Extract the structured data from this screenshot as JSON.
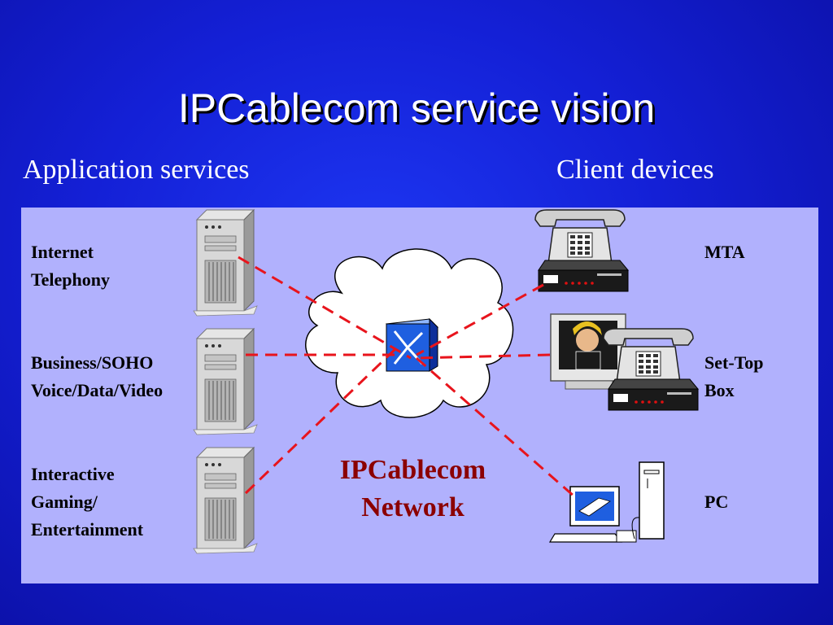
{
  "title": "IPCablecom service vision",
  "headers": {
    "left": "Application services",
    "right": "Client devices"
  },
  "applications": [
    {
      "label": "Internet\nTelephony"
    },
    {
      "label": "Business/SOHO\nVoice/Data/Video"
    },
    {
      "label": "Interactive\nGaming/\nEntertainment"
    }
  ],
  "clients": [
    {
      "label": "MTA"
    },
    {
      "label": "Set-Top\nBox"
    },
    {
      "label": "PC"
    }
  ],
  "network": {
    "label": "IPCablecom\nNetwork"
  },
  "colors": {
    "background": "#1420d6",
    "panel": "#b1b1fd",
    "link": "#e8141c",
    "network_label": "#8b0000",
    "router": "#1f5fe0"
  },
  "icons": [
    "server-icon",
    "cloud-icon",
    "router-icon",
    "telephone-icon",
    "cable-modem-icon",
    "monitor-icon",
    "pc-icon"
  ]
}
